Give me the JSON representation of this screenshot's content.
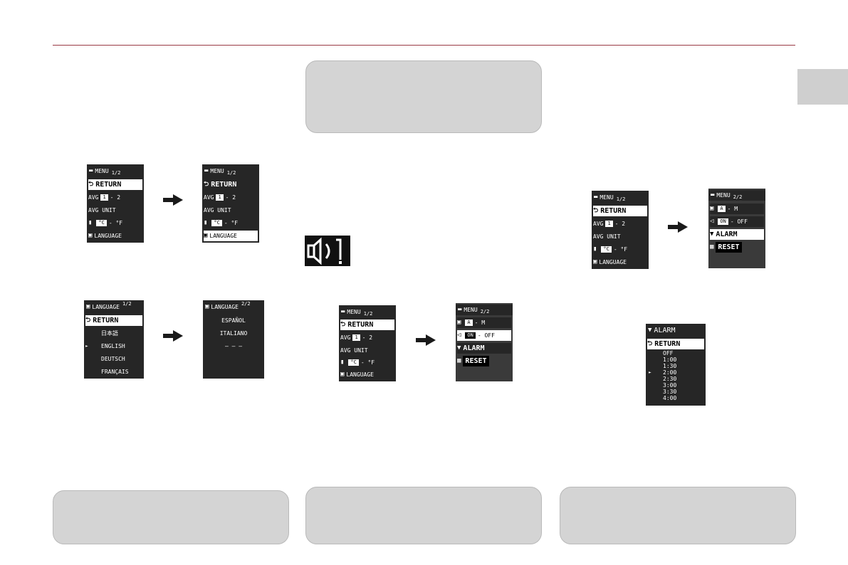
{
  "menu1": {
    "title": "MENU",
    "page": "1/2",
    "return": "RETURN",
    "avg": "AVG",
    "avg_sel": "1",
    "avg_alt": "- 2",
    "avg_unit": "AVG UNIT",
    "unit_sel": "°C",
    "unit_alt": "- °F",
    "language": "LANGUAGE"
  },
  "menu2": {
    "title": "MENU",
    "page": "2/2",
    "am_sel": "A",
    "am_alt": "- M",
    "sound_sel": "ON",
    "sound_alt": "- OFF",
    "alarm": "ALARM",
    "reset": "RESET"
  },
  "lang1": {
    "title": "LANGUAGE",
    "page": "1/2",
    "return": "RETURN",
    "items": [
      "日本語",
      "ENGLISH",
      "DEUTSCH",
      "FRANÇAIS"
    ],
    "pointer": "►"
  },
  "lang2": {
    "title": "LANGUAGE",
    "page": "2/2",
    "items": [
      "ESPAÑOL",
      "ITALIANO",
      "— — —"
    ]
  },
  "alarm": {
    "title": "ALARM",
    "return": "RETURN",
    "items": [
      "OFF",
      "1:00",
      "1:30",
      "2:00",
      "2:30",
      "3:00",
      "3:30",
      "4:00"
    ],
    "pointer": "►"
  },
  "icons": {
    "menu": "briefcase-icon",
    "return": "return-arrow-icon",
    "thermo": "thermometer-icon",
    "language": "language-icon",
    "sound": "speaker-icon",
    "alarm": "alarm-icon",
    "reset": "reset-icon"
  },
  "colors": {
    "rule": "#9a3a44",
    "note_box": "#d4d4d4",
    "tab": "#cfcfcf",
    "screen": "#262626"
  }
}
